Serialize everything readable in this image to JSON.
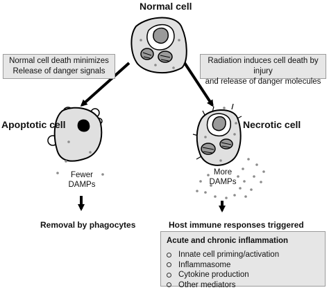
{
  "top": {
    "title": "Normal cell"
  },
  "left": {
    "note_line1": "Normal cell death minimizes",
    "note_line2": "Release of danger signals",
    "cell_title": "Apoptotic cell",
    "damps_line1": "Fewer",
    "damps_line2": "DAMPs",
    "outcome": "Removal by phagocytes"
  },
  "right": {
    "note_line1": "Radiation induces cell death by injury",
    "note_line2": "and release of danger molecules",
    "cell_title": "Necrotic cell",
    "damps_line1": "More",
    "damps_line2": "DAMPs",
    "outcome": "Host immune responses triggered"
  },
  "panel": {
    "title": "Acute and chronic inflammation",
    "items": [
      "Innate cell priming/activation",
      "Inflammasome",
      "Cytokine production",
      "Other mediators"
    ]
  },
  "colors": {
    "cell_fill": "#e0e0e0",
    "nucleus_fill": "#9a9a9a",
    "box_fill": "#e6e6e6",
    "dot": "#8c8c8c"
  }
}
